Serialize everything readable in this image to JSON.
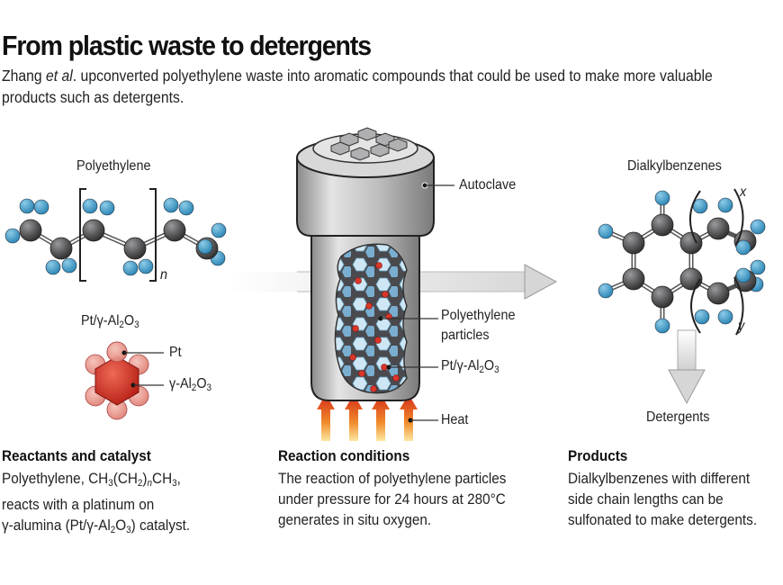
{
  "header": {
    "title": "From plastic waste to detergents",
    "subtitle_prefix": "Zhang ",
    "subtitle_italic": "et al",
    "subtitle_rest": ". upconverted polyethylene waste into aromatic compounds that could be used to make more valuable products such as detergents."
  },
  "diagram": {
    "polyethylene_label": "Polyethylene",
    "repeat_subscript": "n",
    "catalyst_label_prefix": "Pt/γ-Al",
    "catalyst_label_sub1": "2",
    "catalyst_label_mid": "O",
    "catalyst_label_sub2": "3",
    "pt_label": "Pt",
    "alumina_prefix": "γ-Al",
    "alumina_sub1": "2",
    "alumina_mid": "O",
    "alumina_sub2": "3",
    "autoclave_label": "Autoclave",
    "particles_label_line1": "Polyethylene",
    "particles_label_line2": "particles",
    "reactor_catalyst_prefix": "Pt/γ-Al",
    "reactor_catalyst_sub1": "2",
    "reactor_catalyst_mid": "O",
    "reactor_catalyst_sub2": "3",
    "heat_label": "Heat",
    "dialkyl_label": "Dialkylbenzenes",
    "chain_x": "x",
    "chain_y": "y",
    "detergents_label": "Detergents"
  },
  "captions": {
    "reactants": {
      "heading": "Reactants and catalyst",
      "line1_a": "Polyethylene, CH",
      "line1_s1": "3",
      "line1_b": "(CH",
      "line1_s2": "2",
      "line1_c": ")",
      "line1_s3": "n",
      "line1_d": "CH",
      "line1_s4": "3",
      "line1_e": ",",
      "line2": "reacts with a platinum on",
      "line3_a": "γ-alumina (Pt/γ-Al",
      "line3_s1": "2",
      "line3_b": "O",
      "line3_s2": "3",
      "line3_c": ") catalyst."
    },
    "conditions": {
      "heading": "Reaction conditions",
      "line1": "The reaction of polyethylene particles",
      "line2": "under pressure for 24 hours at 280°C",
      "line3": "generates in situ oxygen."
    },
    "products": {
      "heading": "Products",
      "line1": "Dialkylbenzenes with different",
      "line2": "side chain lengths can be",
      "line3": "sulfonated to make detergents."
    }
  },
  "colors": {
    "carbon": "#5a5a5c",
    "hydrogen": "#4a9cc4",
    "platinum": "#e89a8e",
    "alumina": "#c8281e",
    "heat": "#e0441c",
    "arrow": "#d4d4d4"
  }
}
